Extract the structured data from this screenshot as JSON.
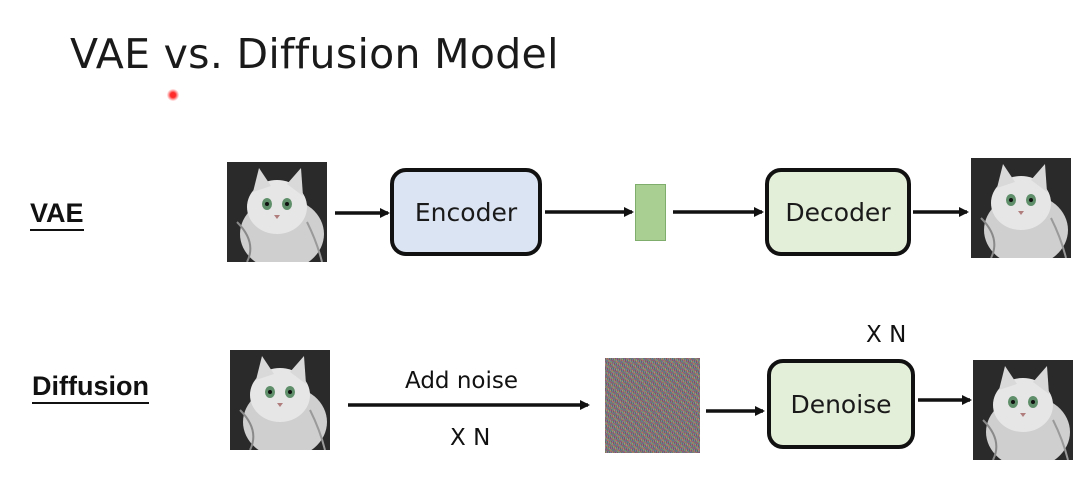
{
  "title": "VAE vs. Diffusion Model",
  "rows": {
    "vae": {
      "label": "VAE",
      "encoder_label": "Encoder",
      "decoder_label": "Decoder"
    },
    "diffusion": {
      "label": "Diffusion",
      "add_noise_label": "Add noise",
      "add_noise_repeat": "X N",
      "denoise_label": "Denoise",
      "denoise_repeat": "X N"
    }
  },
  "colors": {
    "encoder_fill": "#dbe4f2",
    "decoder_fill": "#e4efd9",
    "latent_fill": "#a9cf93",
    "laser_pointer": "#ff2a2a"
  },
  "icons": [
    "cat-image",
    "noise-image",
    "laser-pointer"
  ]
}
